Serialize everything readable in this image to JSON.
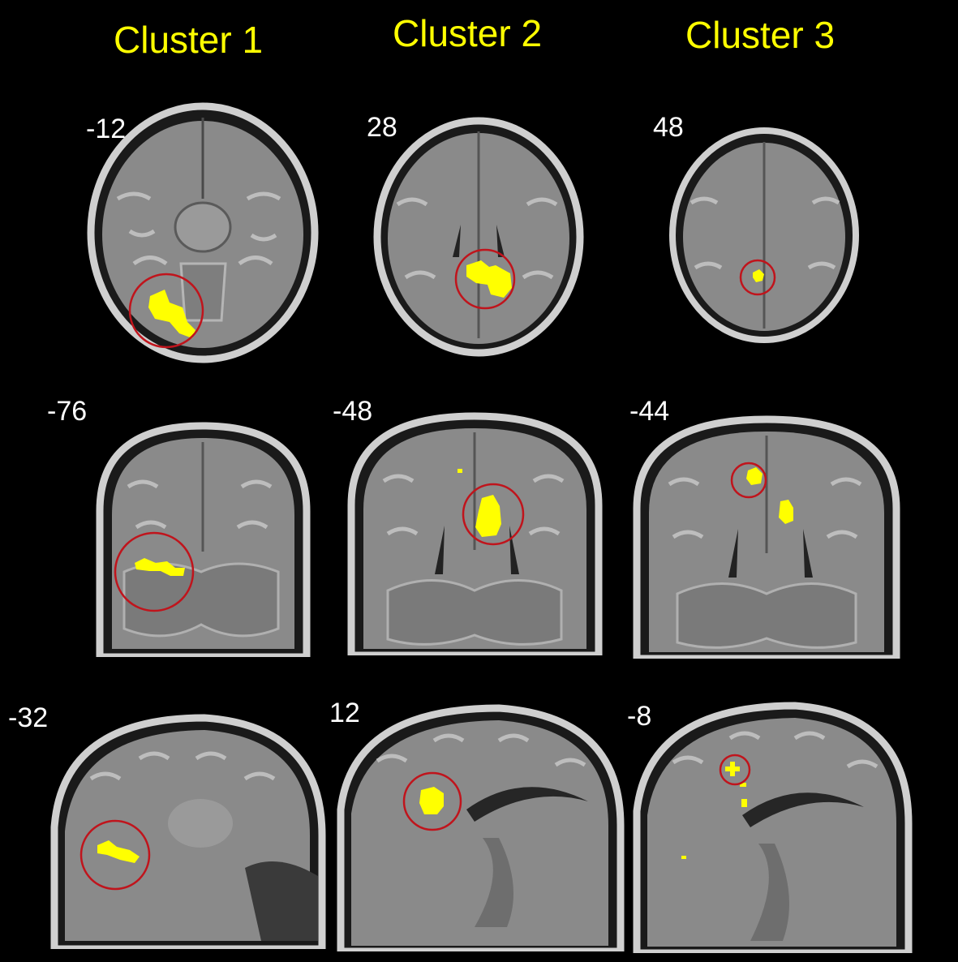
{
  "columns": [
    {
      "title": "Cluster 1"
    },
    {
      "title": "Cluster 2"
    },
    {
      "title": "Cluster 3"
    }
  ],
  "rows": [
    {
      "view": "axial",
      "slices": [
        "-12",
        "28",
        "48"
      ]
    },
    {
      "view": "coronal",
      "slices": [
        "-76",
        "-48",
        "-44"
      ]
    },
    {
      "view": "sagittal",
      "slices": [
        "-32",
        "12",
        "-8"
      ]
    }
  ],
  "colors": {
    "background": "#000000",
    "title": "#ffff00",
    "slice_label": "#ffffff",
    "activation": "#ffff00",
    "highlight_circle": "#c0141c",
    "brain_tissue": "#8c8c8c",
    "skull": "#c8c8c8"
  }
}
